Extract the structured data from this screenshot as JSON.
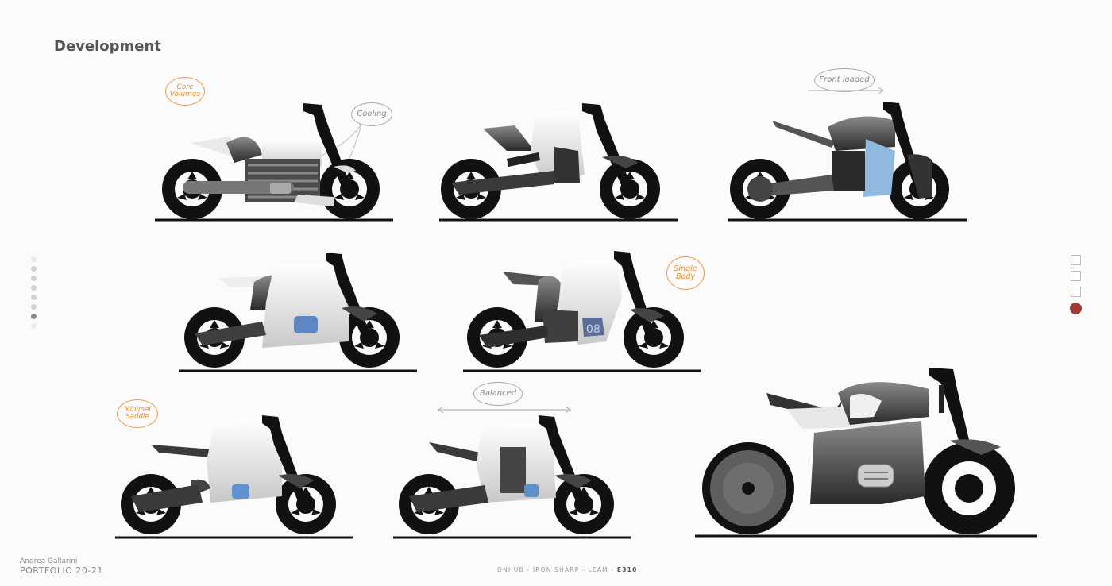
{
  "page": {
    "title": "Development",
    "author": "Andrea Gallarini",
    "portfolio": "PORTFOLIO 20-21",
    "footer_prefix": "ONHUB - IRON SHARP - LEAM - ",
    "footer_code": "E310"
  },
  "left_indicator": {
    "count": 8,
    "active_index": 6
  },
  "right_nav": {
    "items": [
      "page-1",
      "page-2",
      "page-3",
      "page-4"
    ],
    "active_index": 3,
    "active_color": "#a03a32"
  },
  "annotations": [
    {
      "id": "core-volumes",
      "text": "Core Volumes",
      "color": "orange"
    },
    {
      "id": "cooling",
      "text": "Cooling",
      "color": "gray"
    },
    {
      "id": "front-loaded",
      "text": "Front loaded",
      "color": "gray"
    },
    {
      "id": "single-body",
      "text": "Single Body",
      "color": "orange"
    },
    {
      "id": "minimal-saddle",
      "text": "Minimal Saddle",
      "color": "orange"
    },
    {
      "id": "balanced",
      "text": "Balanced",
      "color": "gray"
    }
  ],
  "sketches": [
    {
      "id": "sketch-1",
      "tank": "#e4e4e4",
      "accent": "#6b6b6b",
      "panel": "none"
    },
    {
      "id": "sketch-2",
      "tank": "#ececec",
      "accent": "#4a4a4a",
      "panel": "none"
    },
    {
      "id": "sketch-3",
      "tank": "#9a9a9a",
      "accent": "#333333",
      "panel": "#8fb9df"
    },
    {
      "id": "sketch-4",
      "tank": "#efefef",
      "accent": "#3f3f3f",
      "panel": "#5e86c4"
    },
    {
      "id": "sketch-5",
      "tank": "#f0f0f0",
      "accent": "#3f3f3f",
      "panel": "#5a6e98",
      "panel_text": "08"
    },
    {
      "id": "sketch-6",
      "tank": "#ededed",
      "accent": "#3a3a3a",
      "panel": "#5f92d0"
    },
    {
      "id": "sketch-7",
      "tank": "#ececec",
      "accent": "#3a3a3a",
      "panel": "#5f8fc9"
    },
    {
      "id": "sketch-8",
      "tank": "#5a5a5a",
      "accent": "#444444",
      "panel": "#d8d8d8"
    }
  ]
}
